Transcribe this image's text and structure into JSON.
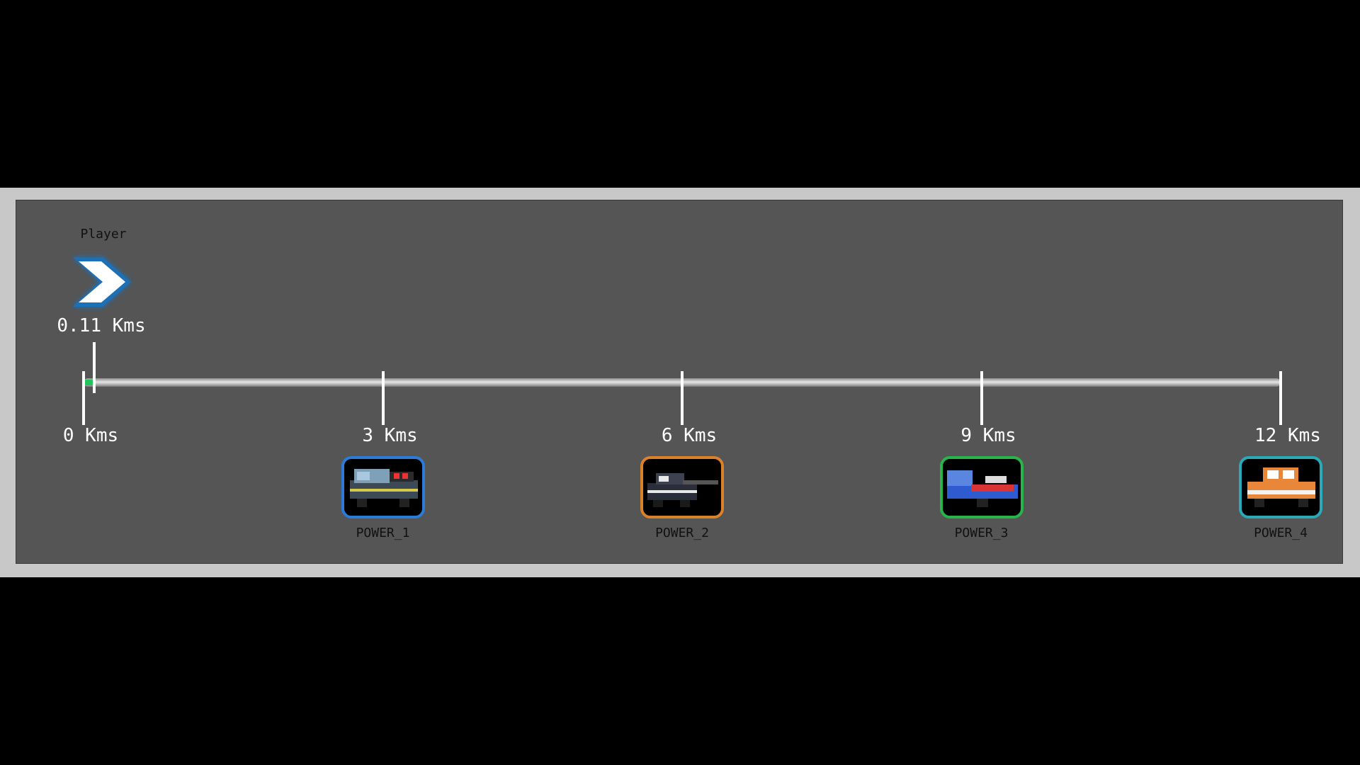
{
  "player": {
    "label": "Player",
    "distance": "0.11 Kms",
    "progress_km": 0.11,
    "max_km": 12,
    "marker_icon": "chevron-right-icon"
  },
  "milestones": [
    {
      "label": "0 Kms",
      "km": 0
    },
    {
      "label": "3 Kms",
      "km": 3
    },
    {
      "label": "6 Kms",
      "km": 6
    },
    {
      "label": "9 Kms",
      "km": 9
    },
    {
      "label": "12 Kms",
      "km": 12
    }
  ],
  "powers": [
    {
      "label": "POWER_1",
      "km": 3,
      "icon": "yellow-truck-icon",
      "border_color": "#2b7bd8",
      "body_color": "#3c4a55",
      "accent_color": "#d8c84a"
    },
    {
      "label": "POWER_2",
      "km": 6,
      "icon": "armored-gun-truck-icon",
      "border_color": "#d9812b",
      "body_color": "#2a2e3a",
      "accent_color": "#e8e8e8"
    },
    {
      "label": "POWER_3",
      "km": 9,
      "icon": "red-blue-truck-icon",
      "border_color": "#27b54a",
      "body_color": "#2f5bd1",
      "accent_color": "#d93434"
    },
    {
      "label": "POWER_4",
      "km": 12,
      "icon": "orange-truck-icon",
      "border_color": "#2aa9b8",
      "body_color": "#e8873a",
      "accent_color": "#f2f2f2"
    }
  ],
  "colors": {
    "frame": "#c8c8c8",
    "panel": "#555555",
    "progress": "#22c35a",
    "marker_fill": "#ffffff",
    "marker_glow": "#1d6fb5"
  }
}
